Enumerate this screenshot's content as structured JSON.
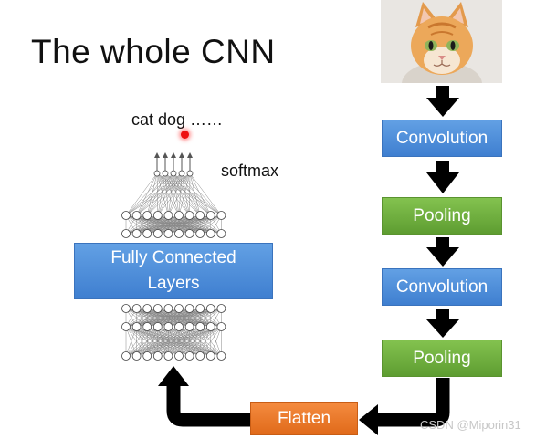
{
  "title": "The whole CNN",
  "output_labels": "cat dog ……",
  "softmax_label": "softmax",
  "fully_connected_label": "Fully Connected\nLayers",
  "pipeline": [
    {
      "label": "Convolution",
      "color": "#4a8bdb"
    },
    {
      "label": "Pooling",
      "color": "#6aaa3a"
    },
    {
      "label": "Convolution",
      "color": "#4a8bdb"
    },
    {
      "label": "Pooling",
      "color": "#6aaa3a"
    }
  ],
  "flatten_label": "Flatten",
  "watermark": "CSDN @Miporin31",
  "colors": {
    "conv_blue": "#4a8bdb",
    "pool_green": "#6aaa3a",
    "flatten_orange": "#ec7a2a",
    "arrow": "#000000"
  }
}
